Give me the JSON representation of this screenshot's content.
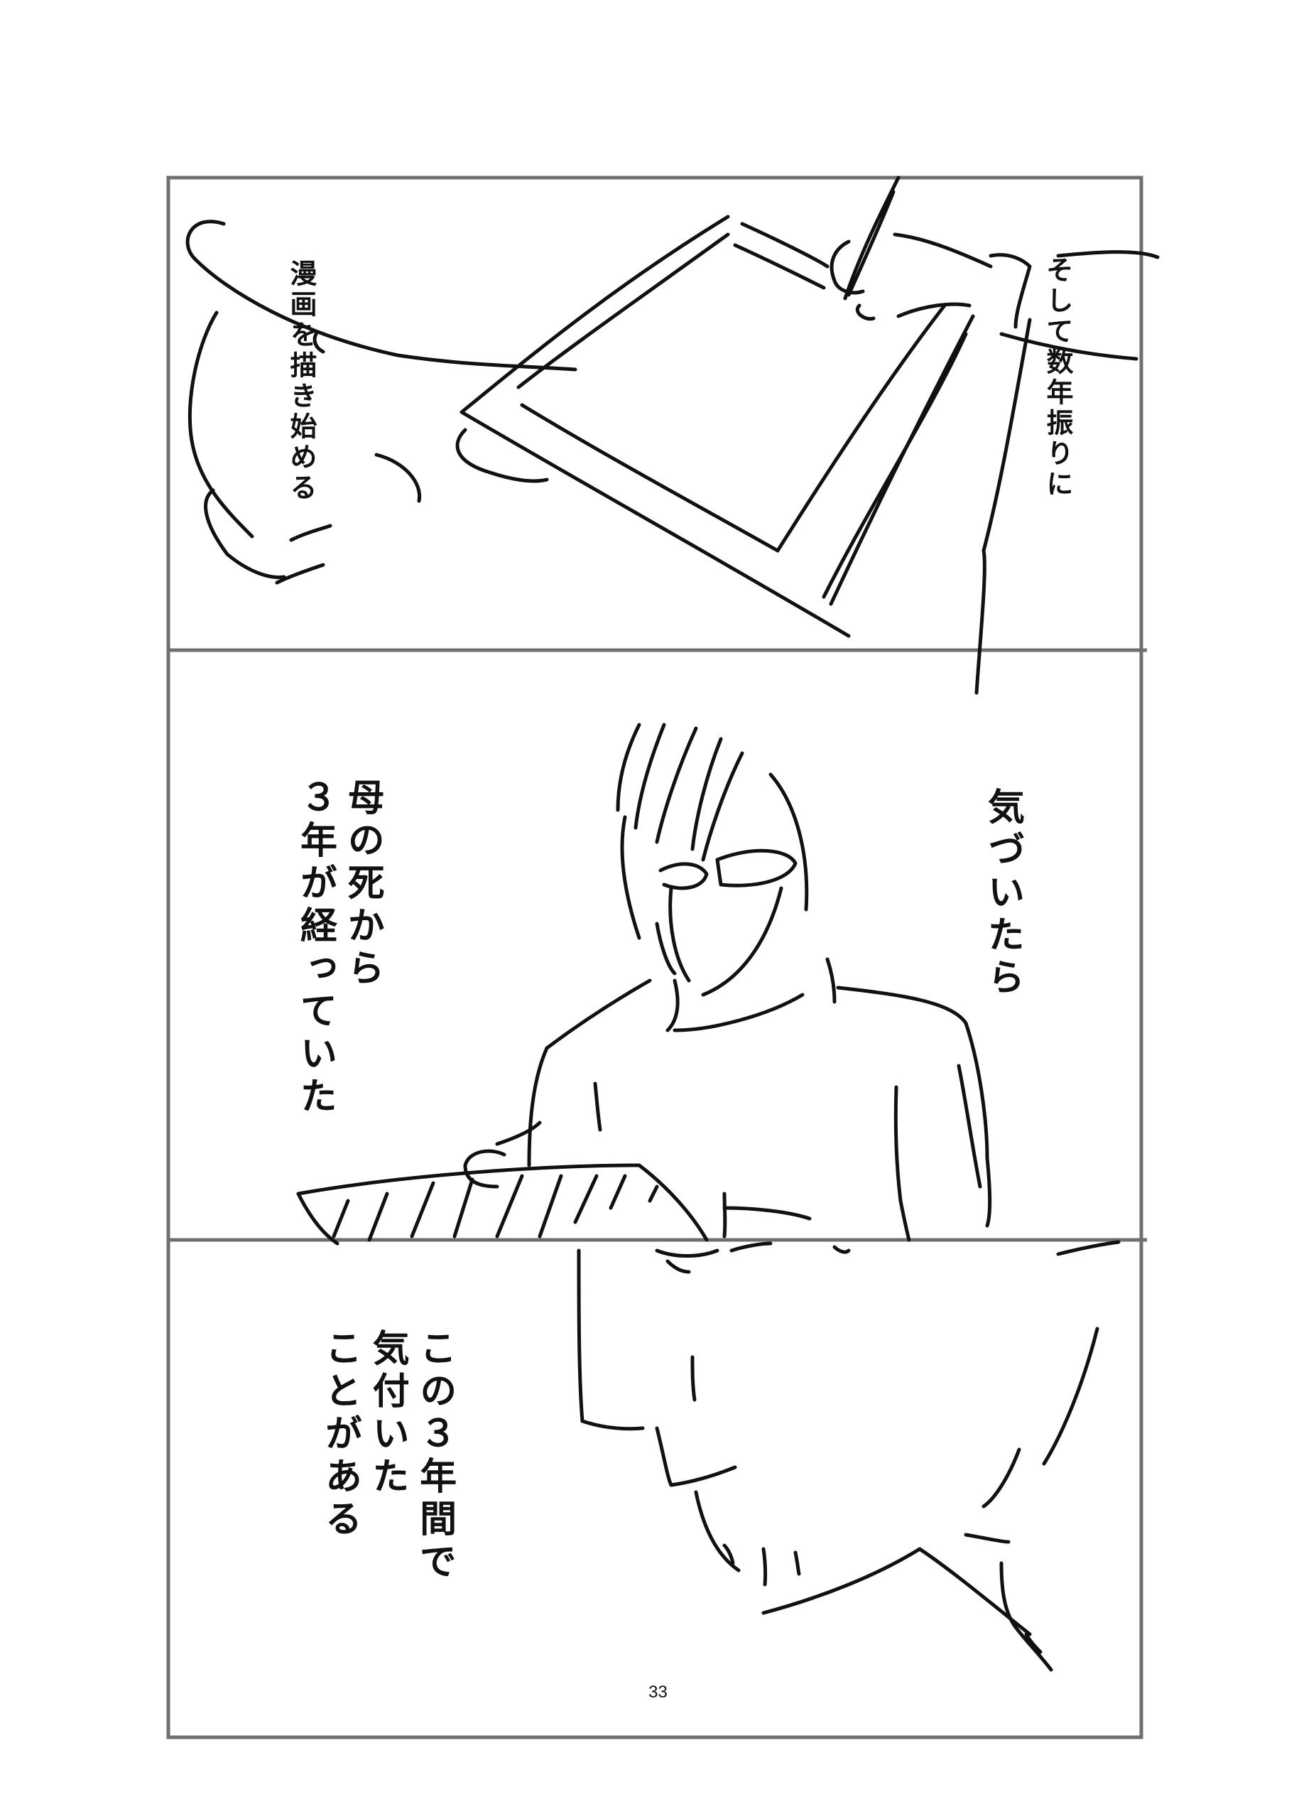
{
  "panels": [
    {
      "captions": [
        "そして数年振りに",
        "漫画を描き始める"
      ]
    },
    {
      "captions": [
        "気づいたら",
        "母の死から\n３年が経っていた"
      ]
    },
    {
      "captions": [
        "この３年間で\n気付いた\nことがある"
      ]
    }
  ],
  "page_number": "33",
  "colors": {
    "frame": "#6f6f6f",
    "ink": "#111111"
  }
}
